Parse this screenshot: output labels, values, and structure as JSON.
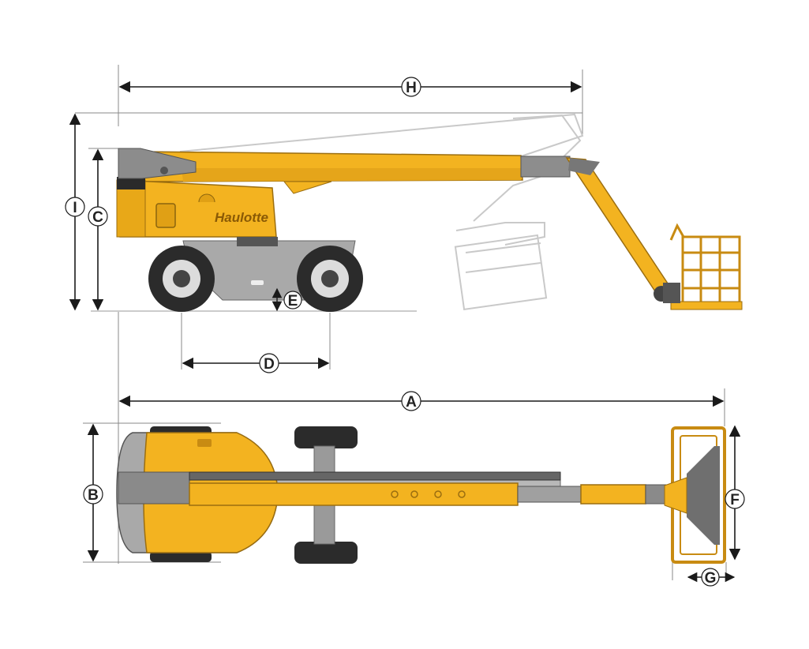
{
  "colors": {
    "machine_yellow": "#F3B320",
    "machine_yellow_dark": "#C88B12",
    "chassis_gray": "#A9A9A9",
    "tire": "#2B2B2B",
    "ghost": "#D0D0D0",
    "dim_line": "#222222"
  },
  "brand_text": "Haulotte",
  "labels": {
    "A": "A",
    "B": "B",
    "C": "C",
    "D": "D",
    "E": "E",
    "F": "F",
    "G": "G",
    "H": "H",
    "I": "I"
  }
}
